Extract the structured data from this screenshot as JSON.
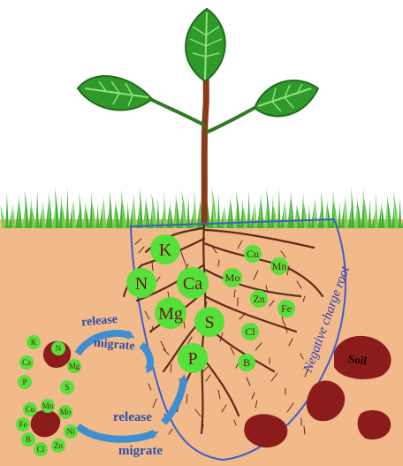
{
  "nutrients_root": [
    {
      "symbol": "K",
      "size": "large"
    },
    {
      "symbol": "N",
      "size": "large"
    },
    {
      "symbol": "Ca",
      "size": "large"
    },
    {
      "symbol": "Mg",
      "size": "large"
    },
    {
      "symbol": "S",
      "size": "large"
    },
    {
      "symbol": "P",
      "size": "large"
    },
    {
      "symbol": "Cu",
      "size": "small"
    },
    {
      "symbol": "Mn",
      "size": "small"
    },
    {
      "symbol": "Mo",
      "size": "small"
    },
    {
      "symbol": "Zn",
      "size": "small"
    },
    {
      "symbol": "Fe",
      "size": "small"
    },
    {
      "symbol": "Cl",
      "size": "small"
    },
    {
      "symbol": "B",
      "size": "small"
    }
  ],
  "cluster_upper": [
    "K",
    "N",
    "Ca",
    "Mg",
    "P",
    "S"
  ],
  "cluster_lower": [
    "Cu",
    "Mn",
    "Mo",
    "Fe",
    "Ni",
    "B",
    "Cl",
    "Zn"
  ],
  "labels": {
    "release_top": "release",
    "migrate_top": "migrate",
    "release_bottom": "release",
    "migrate_bottom": "migrate",
    "root_label": "Negative charge root",
    "soil_label": "Soil"
  },
  "colors": {
    "sky": "#ffffff",
    "soil": "#f2b98a",
    "grass": "#4cc43a",
    "leaf": "#2f9a2a",
    "stem": "#8a3a1a",
    "root": "#5a2c18",
    "nutrient_fill": "#55e03a",
    "soil_clump": "#8c1c1c",
    "outline": "#3a5fc8",
    "arrow": "#3e8ed0",
    "label_blue": "#2b4fa8"
  }
}
